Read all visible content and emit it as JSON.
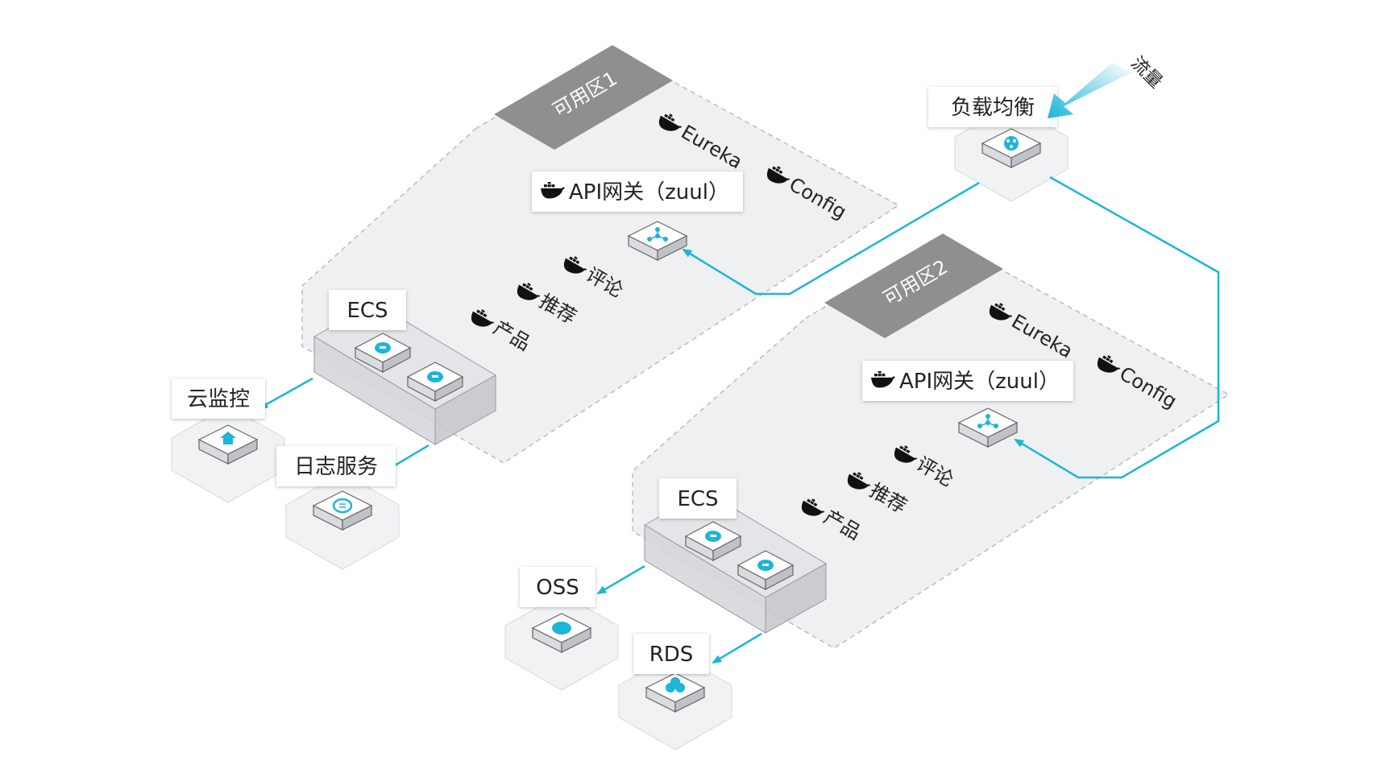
{
  "colors": {
    "accent": "#1db5d8",
    "zone_fill": "#eef0f2",
    "zone_border": "#b8bcc2",
    "zone_tab": "#8f8f8f",
    "label_bg": "#ffffff",
    "hex_fill": "#f1f2f4"
  },
  "traffic_label": "流量",
  "load_balancer": {
    "label": "负载均衡",
    "icon": "share-nodes-icon"
  },
  "zones": [
    {
      "title": "可用区1",
      "services": [
        "Eureka",
        "Config",
        "评论",
        "推荐",
        "产品"
      ],
      "gateway_label": "API网关（zuul）",
      "ecs_label": "ECS"
    },
    {
      "title": "可用区2",
      "services": [
        "Eureka",
        "Config",
        "评论",
        "推荐",
        "产品"
      ],
      "gateway_label": "API网关（zuul）",
      "ecs_label": "ECS"
    }
  ],
  "external_services": {
    "cloud_monitor": "云监控",
    "log_service": "日志服务",
    "oss": "OSS",
    "rds": "RDS"
  }
}
